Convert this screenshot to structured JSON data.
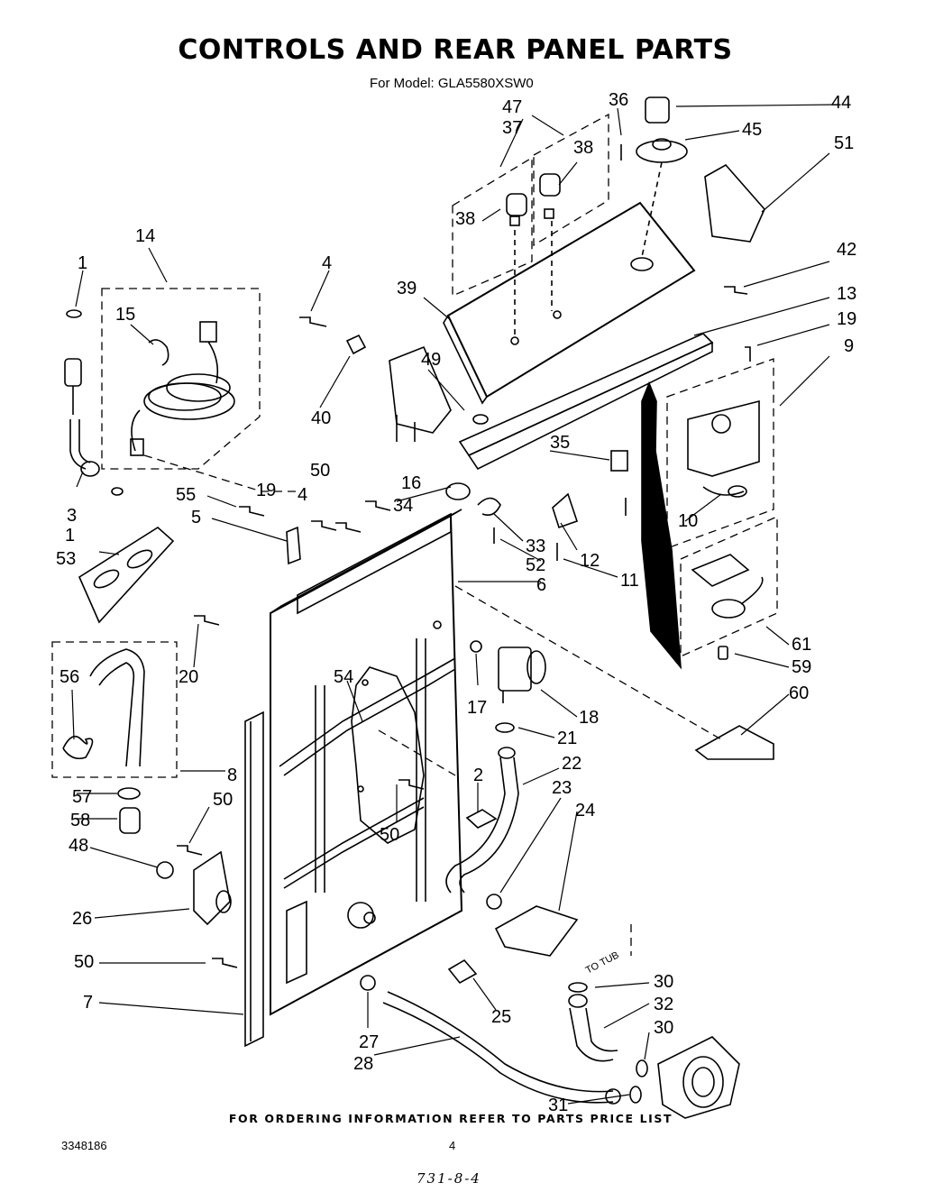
{
  "header": {
    "title": "CONTROLS AND REAR PANEL PARTS",
    "subtitle": "For Model: GLA5580XSW0"
  },
  "callouts": [
    "1",
    "1",
    "2",
    "3",
    "4",
    "4",
    "5",
    "6",
    "7",
    "8",
    "9",
    "10",
    "11",
    "12",
    "13",
    "14",
    "15",
    "16",
    "17",
    "18",
    "19",
    "19",
    "20",
    "21",
    "22",
    "23",
    "24",
    "25",
    "26",
    "27",
    "28",
    "30",
    "30",
    "31",
    "32",
    "33",
    "34",
    "35",
    "36",
    "37",
    "38",
    "38",
    "39",
    "40",
    "42",
    "44",
    "45",
    "47",
    "48",
    "49",
    "50",
    "50",
    "50",
    "50",
    "51",
    "52",
    "53",
    "54",
    "55",
    "56",
    "57",
    "58",
    "59",
    "60",
    "61"
  ],
  "annotations": {
    "to_tub": "TO TUB"
  },
  "footer": {
    "ordering_note": "FOR ORDERING INFORMATION REFER TO PARTS PRICE LIST",
    "doc_number": "3348186",
    "page_number": "4",
    "handwritten": "731-8-4"
  }
}
